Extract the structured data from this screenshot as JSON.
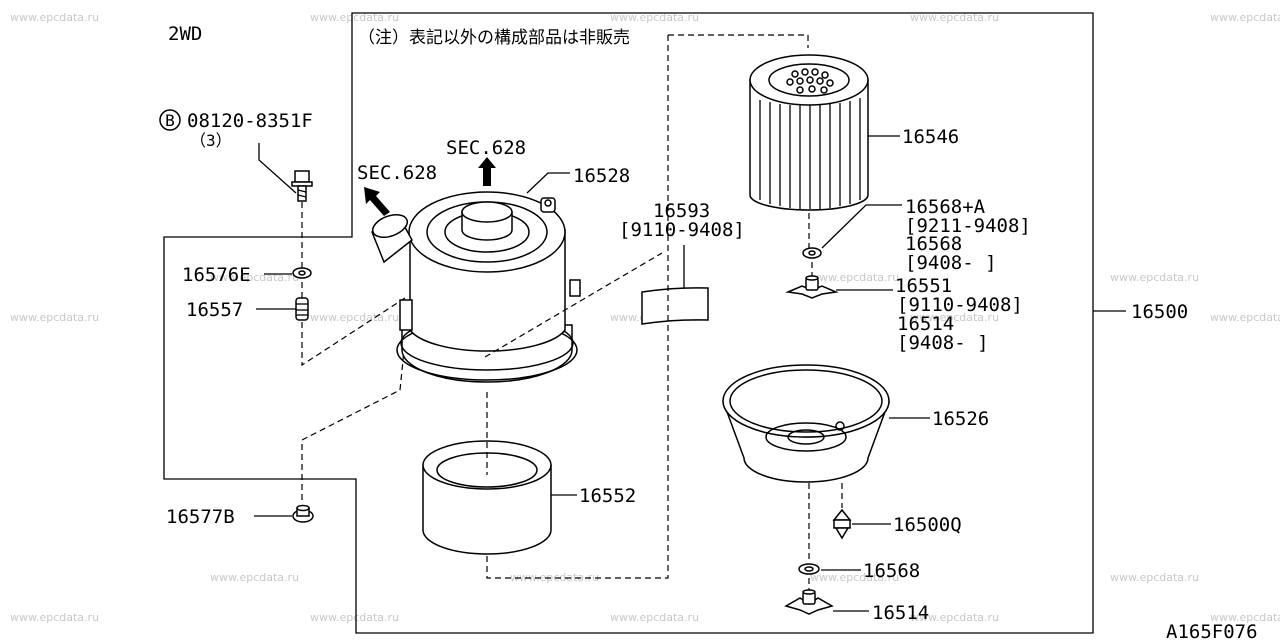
{
  "variant": "2WD",
  "note": "（注）表記以外の構成部品は非販売",
  "bolt_ref": {
    "circle_letter": "B",
    "number": "08120-8351F",
    "qty": "（3）"
  },
  "sec_refs": [
    "SEC.628",
    "SEC.628"
  ],
  "parts": {
    "p16528": "16528",
    "p16546": "16546",
    "p16593": "16593",
    "p16593_range": "[9110-9408]",
    "p16568A": "16568+A",
    "p16568A_range": "[9211-9408]",
    "p16568": "16568",
    "p16568_range": "[9408-     ]",
    "p16551": "16551",
    "p16551_range": "[9110-9408]",
    "p16514": "16514",
    "p16514_range": "[9408-     ]",
    "p16500": "16500",
    "p16526": "16526",
    "p16576E": "16576E",
    "p16557": "16557",
    "p16552": "16552",
    "p16577B": "16577B",
    "p16500Q": "16500Q",
    "p16568_lower": "16568",
    "p16514_lower": "16514"
  },
  "diagram_code": "A165F076",
  "watermark": "www.epcdata.ru",
  "colors": {
    "ink": "#000000",
    "watermark": "#c8c8c8",
    "background": "#ffffff"
  }
}
